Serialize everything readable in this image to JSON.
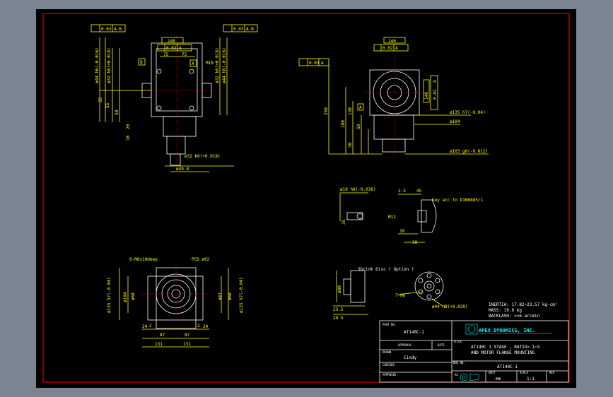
{
  "colors": {
    "background": "#000000",
    "frame": "#ff0000",
    "dims": "#ffff00",
    "lines": "#ffffff",
    "logo": "#00ffff",
    "outer": "#7b8591"
  },
  "front_view": {
    "tol_left": [
      "0.03",
      "A-B"
    ],
    "tol_right": [
      "0.03",
      "A-B"
    ],
    "tol_top_box": "140",
    "tol_top": [
      "0.02",
      "A"
    ],
    "datum_b": "B",
    "datum_a": "A",
    "left_dims": [
      "ø44 h6(-0.016)",
      "ø32 k6(+0.018)",
      "55",
      "55",
      "50",
      "20",
      "10"
    ],
    "right_dims": [
      "ø32 k6(+0.018)",
      "ø44 h6(-0.016)"
    ],
    "top_dims": [
      "75",
      "75"
    ],
    "thread": "M10",
    "bottom_dims": [
      "ø32 k6(+0.018)",
      "ø49.8"
    ]
  },
  "side_view": {
    "tol_left": [
      "0.03",
      "A"
    ],
    "tol_top_box": "140",
    "tol_top": [
      "0.02",
      "A"
    ],
    "tol_right_box": "140",
    "tol_right": [
      "0.02",
      "A"
    ],
    "datum_a": "A",
    "left_dims": [
      "250",
      "180",
      "130",
      "50",
      "30"
    ],
    "right_dims": [
      "ø135 h7(-0.04)",
      "ø104",
      "ø103 g6(-0.012)"
    ]
  },
  "key_detail": {
    "shaft": "ø10 h9(-0.036)",
    "dims_top": [
      "2.5",
      "45"
    ],
    "key_note": "Key acc to DIN6885/1",
    "left_dim": "35",
    "thread": "M12",
    "bottom_dims": [
      "10",
      "28"
    ]
  },
  "shrink_detail": {
    "title": "Shrink Disc ( Option )",
    "left_dim": "ø80",
    "bottom_dims": [
      "23.5",
      "29.5"
    ]
  },
  "flange_detail": {
    "thread": "7-M6",
    "dim": "ø44 H8(+0.039)"
  },
  "specs": [
    "INERTIA: 17.82~23.57 kg-cm²",
    "MASS: 19.6 kg",
    "BACKLASH: <=6 arcmin"
  ],
  "bottom_view": {
    "holes": "6-M6x10deep",
    "pcd": "PCD ø92",
    "left_dims": [
      "ø135 h7(-0.04)",
      "ø104",
      "ø68"
    ],
    "right_dims": [
      "ø47",
      "ø68",
      "ø135 h7(-0.04)"
    ],
    "bottom_dims": [
      "2",
      "24",
      "87",
      "2",
      "24",
      "87",
      "131",
      "131"
    ]
  },
  "title_block": {
    "part_no_label": "PART NO.",
    "part_no": "AT140C-1",
    "title_label": "TITLE",
    "title_lines": [
      "AT140C 1 STAGE , RATIO= 1~5",
      "AND MOTOR FLANGE MOUNTING"
    ],
    "approval_label": "APPROVAL",
    "date_label": "DATE",
    "drawn_label": "DRAWN",
    "drawn": "Cindy",
    "checked_label": "CHECKED",
    "approved_label": "APPROVED",
    "dwg_no_label": "DWG NO.",
    "dwg_no": "AT140C-1",
    "unit_label": "UNIT",
    "unit": "mm",
    "scale_label": "SCALE",
    "scale": "1:1",
    "rev_label": "REV",
    "size": "A4",
    "company": "APEX DYNAMICS, INC."
  }
}
